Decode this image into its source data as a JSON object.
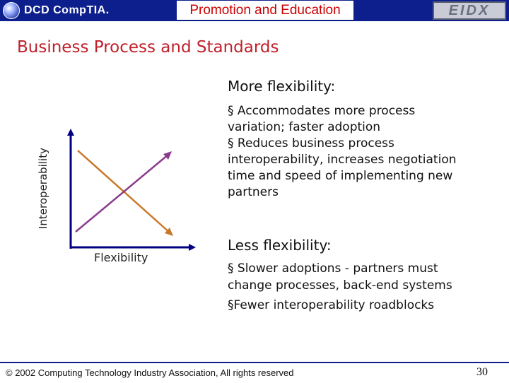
{
  "header": {
    "logo_text": "DCD CompTIA.",
    "title": "Promotion and Education",
    "right_logo": "EIDX"
  },
  "slide": {
    "title": "Business Process and Standards"
  },
  "graph": {
    "x_label": "Flexibility",
    "y_label": "Interoperability",
    "line_colors": {
      "interoperability": "#c8782a",
      "flexibility": "#8a3a8c",
      "axis": "#000080"
    }
  },
  "more": {
    "heading": "More flexibility:",
    "bullets": [
      "§ Accommodates more process variation; faster adoption",
      "§ Reduces business process interoperability, increases negotiation time and speed of implementing new partners"
    ]
  },
  "less": {
    "heading": "Less flexibility:",
    "bullets": [
      "§ Slower adoptions - partners must change processes, back-end systems",
      "§Fewer interoperability roadblocks"
    ]
  },
  "footer": {
    "copyright": "© 2002 Computing Technology Industry Association, All rights reserved",
    "page_number": "30"
  },
  "colors": {
    "header_bg": "#0d1f8c",
    "header_title": "#cc0000",
    "slide_title": "#c0202a"
  }
}
